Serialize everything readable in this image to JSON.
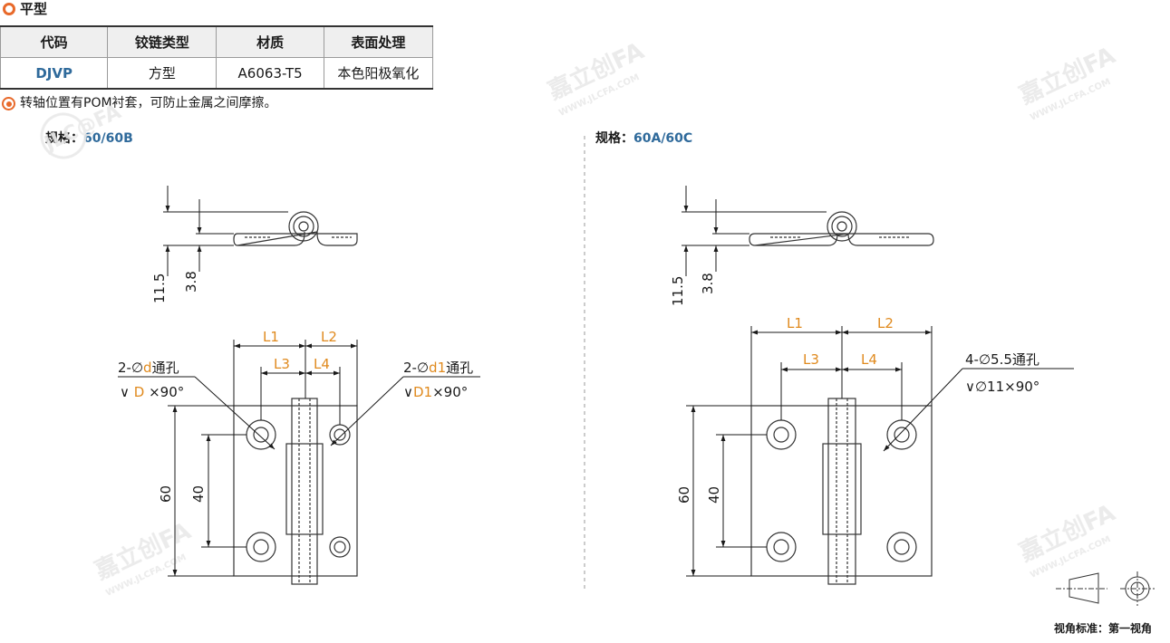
{
  "header": {
    "title": "平型"
  },
  "table": {
    "columns": [
      "代码",
      "铰链类型",
      "材质",
      "表面处理"
    ],
    "rows": [
      [
        "DJVP",
        "方型",
        "A6063-T5",
        "本色阳极氧化"
      ]
    ]
  },
  "note": "转轴位置有POM衬套，可防止金属之间摩擦。",
  "left": {
    "spec_prefix": "规格：",
    "spec_value": "60/60B",
    "dims": {
      "h_total": "11.5",
      "h_plate": "3.8",
      "L1": "L1",
      "L2": "L2",
      "L3": "L3",
      "L4": "L4",
      "height": "60",
      "pitch": "40"
    },
    "left_hole": {
      "line1_prefix": "2-",
      "line1_dia": "d",
      "line1_suffix": "通孔",
      "line2_var": "D",
      "line2_suffix": "×90°"
    },
    "right_hole": {
      "line1_prefix": "2-",
      "line1_dia": "d1",
      "line1_suffix": "通孔",
      "line2_var": "D1",
      "line2_suffix": "×90°"
    }
  },
  "right": {
    "spec_prefix": "规格：",
    "spec_value": "60A/60C",
    "dims": {
      "h_total": "11.5",
      "h_plate": "3.8",
      "L1": "L1",
      "L2": "L2",
      "L3": "L3",
      "L4": "L4",
      "height": "60",
      "pitch": "40"
    },
    "hole": {
      "line1": "4-∅5.5通孔",
      "line2": "∅11×90°"
    }
  },
  "view_standard": "视角标准：第一视角",
  "watermark": {
    "brand": "嘉立创FA",
    "logo": "JLC@FA",
    "url": "WWW.JLCFA.COM"
  },
  "colors": {
    "accent_orange": "#e8692a",
    "blue": "#2f6a9b",
    "dim_orange": "#e08a1e"
  }
}
